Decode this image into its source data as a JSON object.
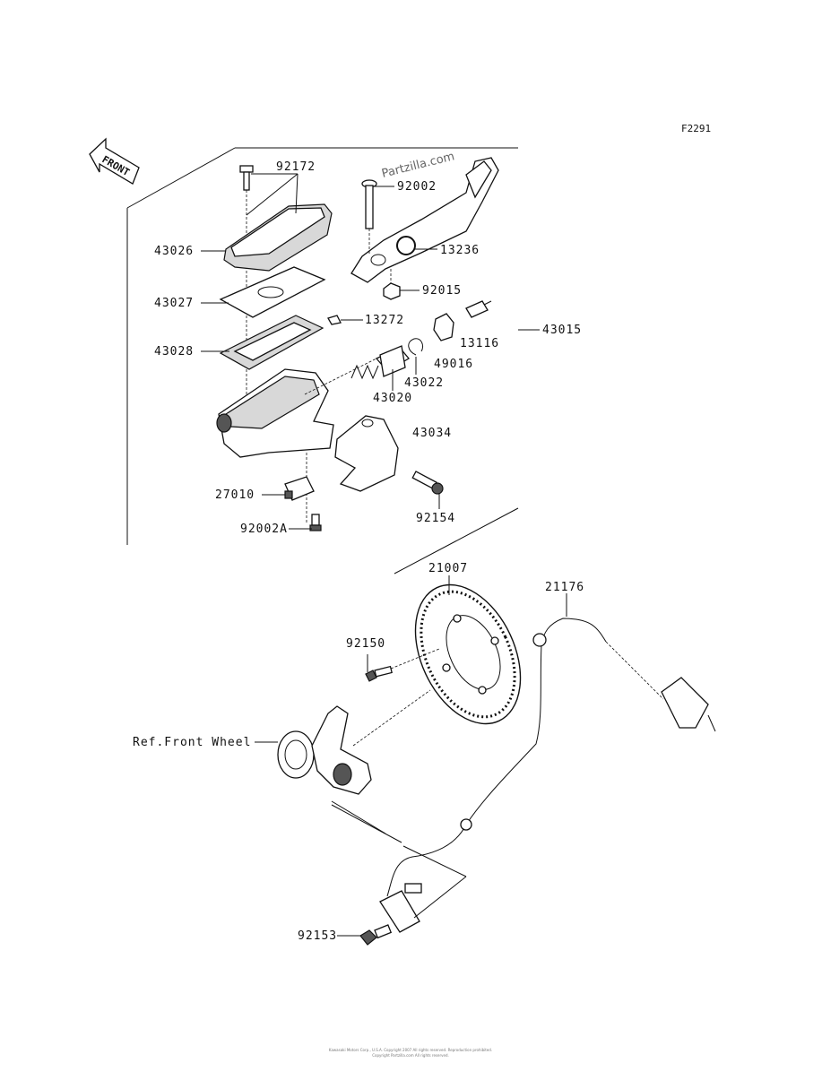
{
  "figure_code": "F2291",
  "front_label": "FRONT",
  "watermark": "Partzilla.com",
  "labels": {
    "p92172": "92172",
    "p43026": "43026",
    "p43027": "43027",
    "p43028": "43028",
    "p92002": "92002",
    "p13236": "13236",
    "p92015": "92015",
    "p13272": "13272",
    "p13116": "13116",
    "p43015": "43015",
    "p49016": "49016",
    "p43022": "43022",
    "p43020": "43020",
    "p43034": "43034",
    "p27010": "27010",
    "p92154": "92154",
    "p92002A": "92002A",
    "p21007": "21007",
    "p21176": "21176",
    "p92150": "92150",
    "ref_front_wheel": "Ref.Front Wheel",
    "p92153": "92153"
  },
  "footer_line1": "Kawasaki Motors Corp., U.S.A. Copyright 2007 All rights reserved. Reproduction prohibited.",
  "footer_line2": "Copyright Partzilla.com All rights reserved."
}
